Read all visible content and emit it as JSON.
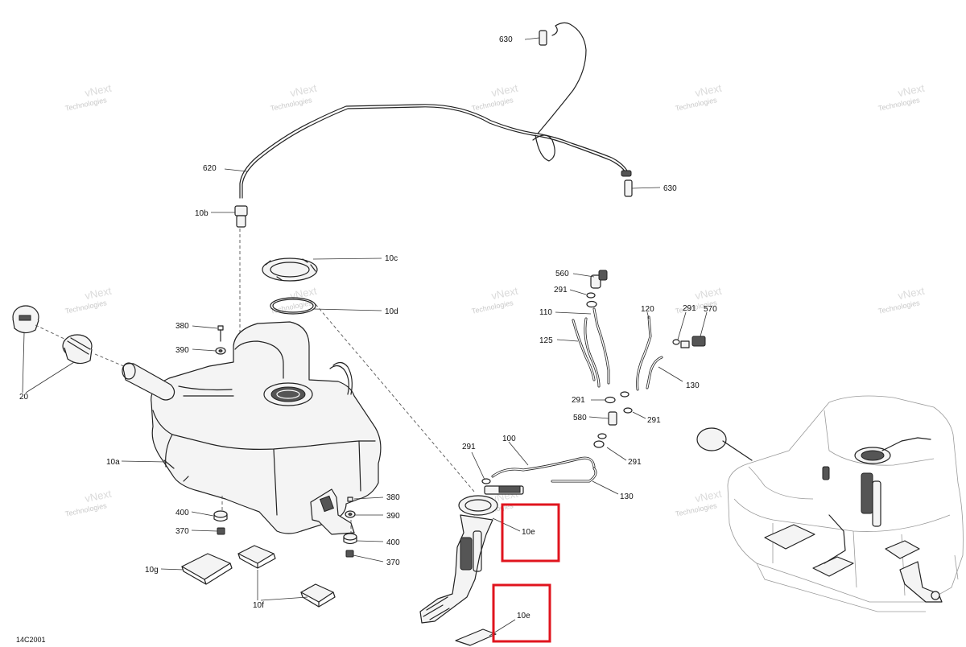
{
  "watermark": {
    "line1": "vNext",
    "line2": "Technologies"
  },
  "diagram_code": "14C2001",
  "labels": {
    "l630a": "630",
    "l630b": "630",
    "l620": "620",
    "l10b": "10b",
    "l10c": "10c",
    "l10d": "10d",
    "l380a": "380",
    "l390a": "390",
    "l20": "20",
    "l10a": "10a",
    "l400a": "400",
    "l370a": "370",
    "l10g": "10g",
    "l10f": "10f",
    "l380b": "380",
    "l390b": "390",
    "l400b": "400",
    "l370b": "370",
    "l560": "560",
    "l291a": "291",
    "l110": "110",
    "l125": "125",
    "l120": "120",
    "l291b": "291",
    "l570": "570",
    "l130a": "130",
    "l291c": "291",
    "l580": "580",
    "l291d": "291",
    "l100": "100",
    "l291e": "291",
    "l291f": "291",
    "l130b": "130",
    "l10e_a": "10e",
    "l10e_b": "10e"
  },
  "highlight_color": "#e0141e"
}
